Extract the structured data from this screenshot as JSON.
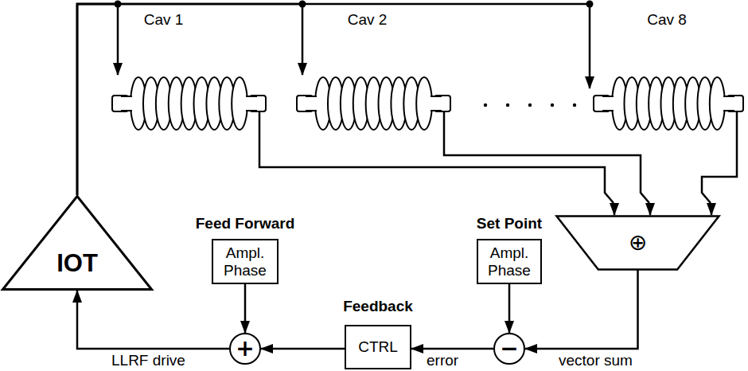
{
  "diagram": {
    "nodes": [
      {
        "text": [
          "IOT"
        ]
      },
      {
        "text": [
          "Cav 1"
        ]
      },
      {
        "text": [
          "Cav 2"
        ]
      },
      {
        "text": [
          "Cav 8"
        ]
      },
      {
        "text": [
          "Feed Forward",
          "Ampl. Phase"
        ]
      },
      {
        "text": [
          "Set Point",
          "Ampl. Phase"
        ]
      },
      {
        "text": [
          "⊕"
        ]
      },
      {
        "text": [
          "−"
        ]
      },
      {
        "text": [
          "Feedback",
          "CTRL"
        ]
      },
      {
        "text": [
          "+"
        ]
      }
    ],
    "edges": [
      {
        "from": 0,
        "to": 1,
        "arrow": "to"
      },
      {
        "from": 0,
        "to": 2,
        "arrow": "to"
      },
      {
        "from": 0,
        "to": 3,
        "arrow": "to"
      },
      {
        "from": 1,
        "to": 6,
        "arrow": "to"
      },
      {
        "from": 2,
        "to": 6,
        "arrow": "to"
      },
      {
        "from": 3,
        "to": 6,
        "arrow": "to"
      },
      {
        "from": 6,
        "to": 7,
        "label": "vector sum",
        "arrow": "to"
      },
      {
        "from": 5,
        "to": 7,
        "arrow": "to"
      },
      {
        "from": 7,
        "to": 8,
        "label": "error",
        "arrow": "to"
      },
      {
        "from": 8,
        "to": 9,
        "arrow": "to"
      },
      {
        "from": 4,
        "to": 9,
        "arrow": "to"
      },
      {
        "from": 9,
        "to": 0,
        "label": "LLRF drive",
        "arrow": "to"
      }
    ]
  }
}
